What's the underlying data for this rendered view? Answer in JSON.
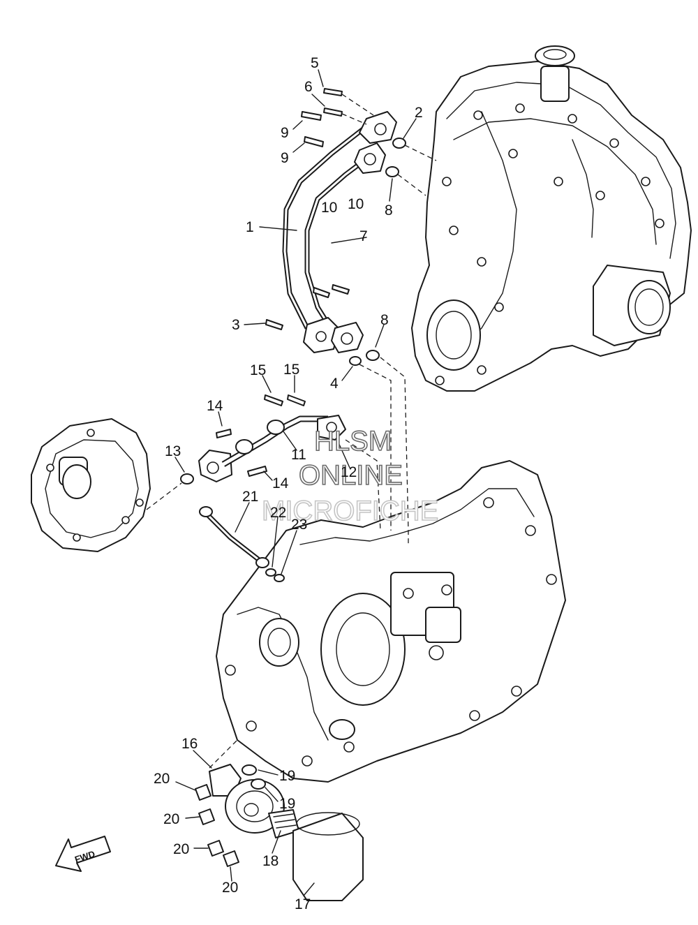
{
  "watermark": {
    "line1": "HLSM",
    "line2": "ONLINE",
    "line3": "MICROFICHE"
  },
  "fwd_arrow": {
    "label": "FWD"
  },
  "callouts": [
    {
      "id": "c5",
      "text": "5"
    },
    {
      "id": "c6",
      "text": "6"
    },
    {
      "id": "c9a",
      "text": "9"
    },
    {
      "id": "c9b",
      "text": "9"
    },
    {
      "id": "c2",
      "text": "2"
    },
    {
      "id": "c8a",
      "text": "8"
    },
    {
      "id": "c1",
      "text": "1"
    },
    {
      "id": "c7",
      "text": "7"
    },
    {
      "id": "c10a",
      "text": "10"
    },
    {
      "id": "c10b",
      "text": "10"
    },
    {
      "id": "c3",
      "text": "3"
    },
    {
      "id": "c8b",
      "text": "8"
    },
    {
      "id": "c4",
      "text": "4"
    },
    {
      "id": "c15a",
      "text": "15"
    },
    {
      "id": "c15b",
      "text": "15"
    },
    {
      "id": "c14a",
      "text": "14"
    },
    {
      "id": "c13",
      "text": "13"
    },
    {
      "id": "c11",
      "text": "11"
    },
    {
      "id": "c12",
      "text": "12"
    },
    {
      "id": "c14b",
      "text": "14"
    },
    {
      "id": "c21",
      "text": "21"
    },
    {
      "id": "c22",
      "text": "22"
    },
    {
      "id": "c23",
      "text": "23"
    },
    {
      "id": "c16",
      "text": "16"
    },
    {
      "id": "c19a",
      "text": "19"
    },
    {
      "id": "c20a",
      "text": "20"
    },
    {
      "id": "c19b",
      "text": "19"
    },
    {
      "id": "c20b",
      "text": "20"
    },
    {
      "id": "c20c",
      "text": "20"
    },
    {
      "id": "c18",
      "text": "18"
    },
    {
      "id": "c20d",
      "text": "20"
    },
    {
      "id": "c17",
      "text": "17"
    }
  ]
}
